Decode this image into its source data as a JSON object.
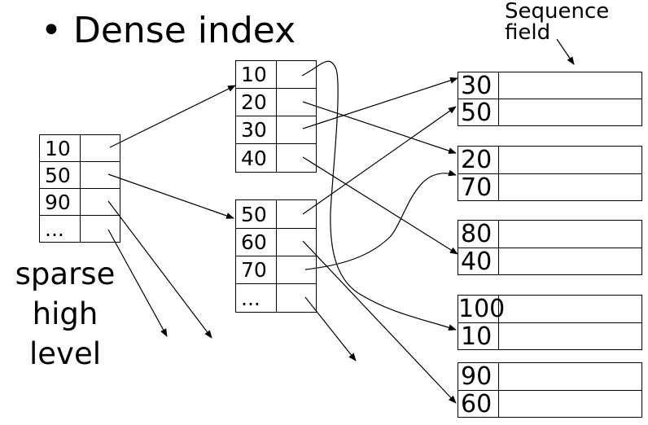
{
  "title": "• Dense index",
  "sequence_label": [
    "Sequence",
    "field"
  ],
  "sparse_label": [
    "sparse",
    "high",
    "level"
  ],
  "sparse_index": [
    "10",
    "50",
    "90",
    "..."
  ],
  "dense_block_1": [
    "10",
    "20",
    "30",
    "40"
  ],
  "dense_block_2": [
    "50",
    "60",
    "70",
    "..."
  ],
  "data_blocks": [
    [
      "30",
      "50"
    ],
    [
      "20",
      "70"
    ],
    [
      "80",
      "40"
    ],
    [
      "100",
      "10"
    ],
    [
      "90",
      "60"
    ]
  ]
}
